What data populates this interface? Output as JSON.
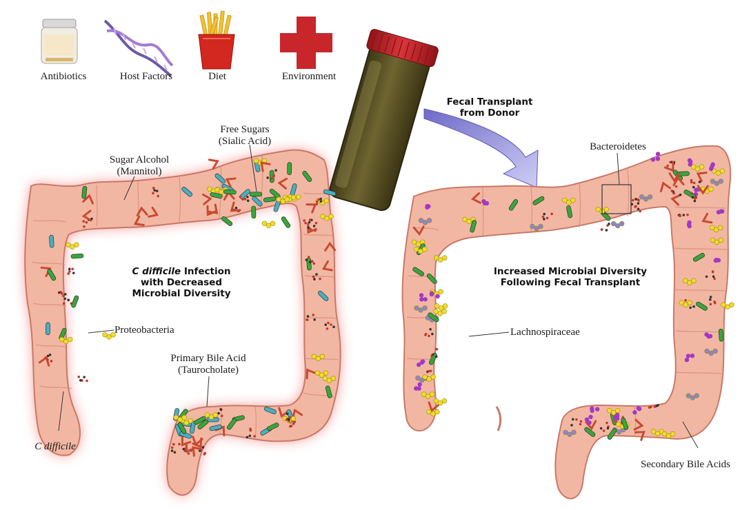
{
  "risk_factors": [
    {
      "label": "Antibiotics",
      "icon": "pill-bottle-icon"
    },
    {
      "label": "Host Factors",
      "icon": "dna-icon"
    },
    {
      "label": "Diet",
      "icon": "french-fries-icon"
    },
    {
      "label": "Environment",
      "icon": "red-cross-icon"
    }
  ],
  "transplant": {
    "line1": "Fecal Transplant",
    "line2": "from Donor"
  },
  "left_colon": {
    "title_italic": "C difficile",
    "title_rest": " Infection",
    "title_line2": "with Decreased",
    "title_line3": "Microbial Diversity",
    "labels": {
      "sugar_alcohol_1": "Sugar Alcohol",
      "sugar_alcohol_2": "(Mannitol)",
      "free_sugars_1": "Free Sugars",
      "free_sugars_2": "(Sialic Acid)",
      "proteobacteria": "Proteobacteria",
      "primary_bile_1": "Primary Bile Acid",
      "primary_bile_2": "(Taurocholate)",
      "c_difficile": "C difficile"
    }
  },
  "right_colon": {
    "title_line1": "Increased Microbial Diversity",
    "title_line2": "Following Fecal Transplant",
    "labels": {
      "bacteroidetes": "Bacteroidetes",
      "lachnospiraceae": "Lachnospiraceae",
      "secondary_bile": "Secondary Bile Acids"
    }
  },
  "colors": {
    "colon_fill": "#f2b7a3",
    "colon_inner": "#f7cdbd",
    "colon_glow": "#ee4a45",
    "colon_edge": "#c87866",
    "jar_liquid": "#5b5324",
    "jar_cap": "#c8262b",
    "arrow": "#b8b6ee",
    "bacteria_green": "#3aa53a",
    "bacteria_red": "#c84a30",
    "bacteria_cyan": "#4aaec0",
    "sugar_yellow": "#f2dc2a",
    "purple": "#a338c6",
    "lavender": "#8c86c8"
  }
}
